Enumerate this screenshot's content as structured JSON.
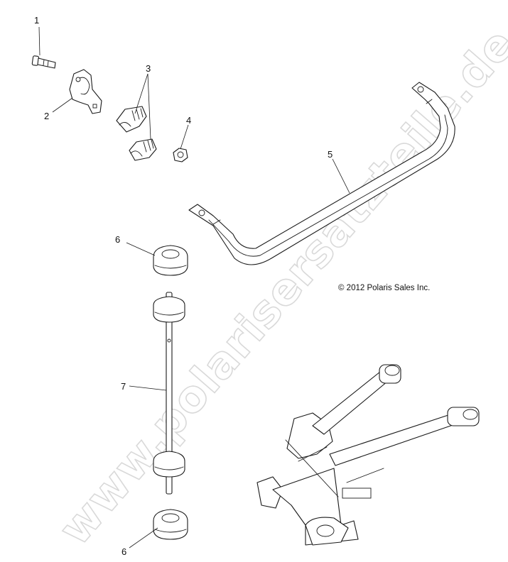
{
  "watermark": "www.polarisersatzteile.de",
  "copyright": "© 2012 Polaris Sales Inc.",
  "callouts": [
    {
      "label": "1",
      "part": "bolt"
    },
    {
      "label": "2",
      "part": "clamp-bracket"
    },
    {
      "label": "3",
      "part": "bushing-halves"
    },
    {
      "label": "4",
      "part": "nut"
    },
    {
      "label": "5",
      "part": "stabilizer-bar"
    },
    {
      "label": "6",
      "part": "bushing-upper"
    },
    {
      "label": "6",
      "part": "bushing-lower"
    },
    {
      "label": "7",
      "part": "link-rod"
    }
  ]
}
